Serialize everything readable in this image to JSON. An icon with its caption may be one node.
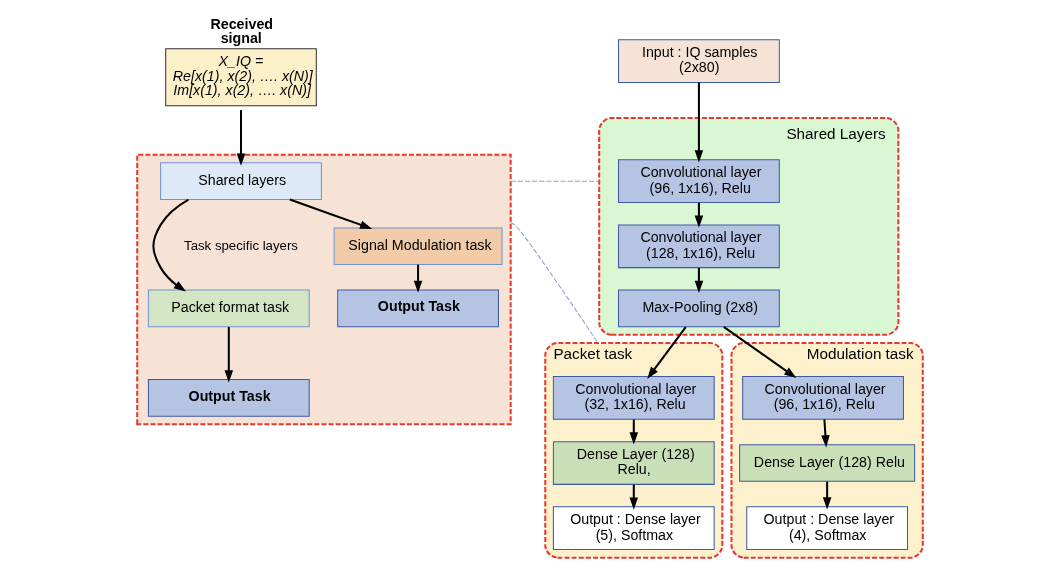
{
  "diagram": {
    "nodes": [
      {
        "text": [
          "Received signal",
          "X_IQ =",
          "Re[x(1), x(2), …. x(N)]",
          "Im[x(1), x(2), …. x(N)]"
        ]
      },
      {
        "text": [],
        "shape": "box"
      },
      {
        "text": [
          "Shared layers"
        ],
        "in": 1
      },
      {
        "text": [
          "Packet format task"
        ],
        "in": 1
      },
      {
        "text": [
          "Signal Modulation task"
        ],
        "in": 1
      },
      {
        "text": [
          "Output Task"
        ],
        "in": 1
      },
      {
        "text": [
          "Output Task"
        ],
        "in": 1
      },
      {
        "text": [
          "Input : IQ samples (2x80)"
        ]
      },
      {
        "text": [
          "Shared Layers"
        ]
      },
      {
        "text": [
          "Convolutional layer (96, 1x16), Relu"
        ],
        "in": 8
      },
      {
        "text": [
          "Convolutional layer (128, 1x16), Relu"
        ],
        "in": 8
      },
      {
        "text": [
          "Max-Pooling (2x8)"
        ],
        "in": 8
      },
      {
        "text": [
          "Packet task"
        ]
      },
      {
        "text": [
          "Convolutional layer (32, 1x16), Relu"
        ],
        "in": 12
      },
      {
        "text": [
          "Dense Layer (128) Relu,"
        ],
        "in": 12
      },
      {
        "text": [
          "Output : Dense layer (5), Softmax"
        ],
        "in": 12
      },
      {
        "text": [
          "Modulation task"
        ]
      },
      {
        "text": [
          "Convolutional layer (96, 1x16), Relu"
        ],
        "in": 16
      },
      {
        "text": [
          "Dense Layer (128) Relu"
        ],
        "in": 16
      },
      {
        "text": [
          "Output : Dense layer (4), Softmax"
        ],
        "in": 16
      }
    ],
    "edges": [
      {
        "from": 0,
        "to": 2,
        "arrow": "to"
      },
      {
        "from": 2,
        "to": 3,
        "arrow": "to"
      },
      {
        "from": 2,
        "to": 4,
        "arrow": "to"
      },
      {
        "from": 3,
        "to": 5,
        "arrow": "to"
      },
      {
        "from": 4,
        "to": 6,
        "arrow": "to"
      },
      {
        "from": 7,
        "to": 9,
        "arrow": "to"
      },
      {
        "from": 9,
        "to": 10,
        "arrow": "to"
      },
      {
        "from": 10,
        "to": 11,
        "arrow": "to"
      },
      {
        "from": 11,
        "to": 13,
        "arrow": "to"
      },
      {
        "from": 11,
        "to": 17,
        "arrow": "to"
      },
      {
        "from": 13,
        "to": 14,
        "arrow": "to"
      },
      {
        "from": 14,
        "to": 15,
        "arrow": "to"
      },
      {
        "from": 17,
        "to": 18,
        "arrow": "to"
      },
      {
        "from": 18,
        "to": 19,
        "arrow": "to"
      },
      {
        "from": 1,
        "to": 8,
        "arrow": "none",
        "style": "dashed",
        "color": "#8a9cd0"
      },
      {
        "from": 1,
        "to": 12,
        "arrow": "none",
        "style": "dashed",
        "color": "#8a9cd0"
      }
    ],
    "labels": [
      "Task specific layers"
    ]
  }
}
